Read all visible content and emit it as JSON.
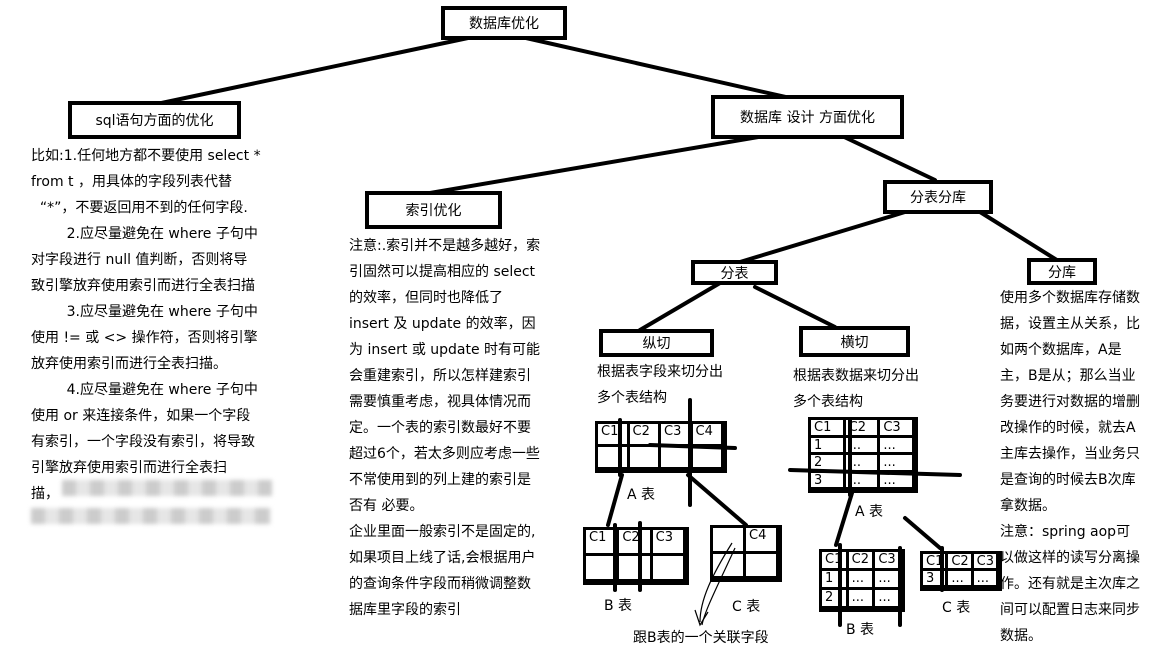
{
  "nodes": {
    "root": "数据库优化",
    "sql": "sql语句方面的优化",
    "design": "数据库 设计 方面优化",
    "index": "索引优化",
    "shard": "分表分库",
    "split_table": "分表",
    "split_db": "分库",
    "vertical": "纵切",
    "horizontal": "横切"
  },
  "texts": {
    "sql_notes": "比如:1.任何地方都不要使用 select *\nfrom t ，用具体的字段列表代替\n  “*”，不要返回用不到的任何字段.\n        2.应尽量避免在 where 子句中\n对字段进行 null 值判断，否则将导\n致引擎放弃使用索引而进行全表扫描\n        3.应尽量避免在 where 子句中\n使用 != 或 <> 操作符，否则将引擎\n放弃使用索引而进行全表扫描。\n        4.应尽量避免在 where 子句中\n使用 or 来连接条件，如果一个字段\n有索引，一个字段没有索引，将导致\n引擎放弃使用索引而进行全表扫\n描，",
    "index_notes": "注意:.索引并不是越多越好，索\n引固然可以提高相应的 select\n的效率，但同时也降低了\ninsert 及 update 的效率，因\n为 insert 或 update 时有可能\n会重建索引，所以怎样建索引\n需要慎重考虑，视具体情况而\n定。一个表的索引数最好不要\n超过6个，若太多则应考虑一些\n不常使用到的列上建的索引是\n否有 必要。\n企业里面一般索引不是固定的,\n如果项目上线了话,会根据用户\n的查询条件字段而稍微调整数\n据库里字段的索引",
    "vertical_desc": "根据表字段来切分出\n多个表结构",
    "horizontal_desc": "根据表数据来切分出\n多个表结构",
    "db_notes": "使用多个数据库存储数\n据，设置主从关系，比\n如两个数据库，A是\n主，B是从；那么当业\n务要进行对数据的增删\n改操作的时候，就去A\n主库去操作，当业务只\n是查询的时候去B次库\n拿数据。\n注意：spring aop可\n以做这样的读写分离操\n作。还有就是主次库之\n间可以配置日志来同步\n数据。"
  },
  "labels": {
    "v_a": "A 表",
    "v_b": "B 表",
    "v_c": "C 表",
    "v_link": "跟B表的一个关联字段",
    "h_a": "A 表",
    "h_b": "B 表",
    "h_c": "C 表"
  },
  "tables": {
    "v_a": [
      "C1",
      "C2",
      "C3",
      "C4",
      "",
      "",
      "",
      ""
    ],
    "v_b": [
      "C1",
      "C2",
      "C3",
      "",
      "",
      ""
    ],
    "v_c": [
      "",
      "C4",
      "",
      ""
    ],
    "h_a": [
      "C1",
      "C2",
      "C3",
      "1",
      "...",
      "...",
      "2",
      "...",
      "...",
      "3",
      "...",
      "..."
    ],
    "h_b": [
      "C1",
      "C2",
      "C3",
      "1",
      "...",
      "...",
      "2",
      "...",
      "..."
    ],
    "h_c": [
      "C1",
      "C2",
      "C3",
      "3",
      "...",
      "..."
    ]
  }
}
